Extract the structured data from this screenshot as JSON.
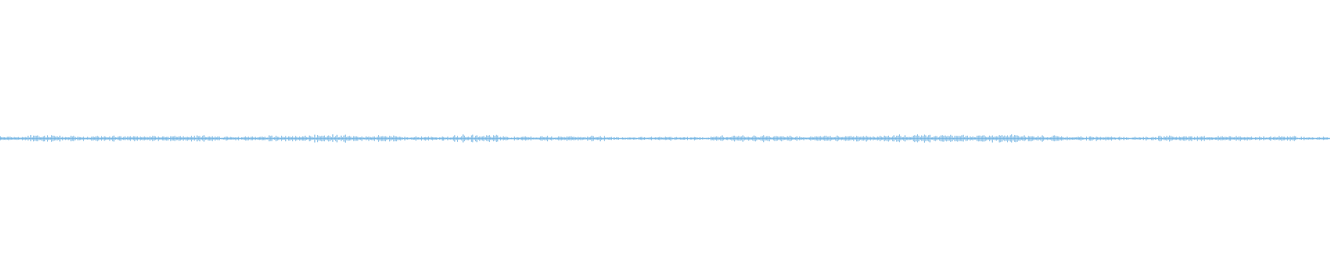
{
  "waveform": {
    "color": "#5aa7de",
    "background": "#ffffff",
    "segments": [
      {
        "start": 0.0,
        "end": 0.02,
        "level": 0.35
      },
      {
        "start": 0.02,
        "end": 0.045,
        "level": 0.55
      },
      {
        "start": 0.045,
        "end": 0.07,
        "level": 0.45
      },
      {
        "start": 0.07,
        "end": 0.1,
        "level": 0.5
      },
      {
        "start": 0.1,
        "end": 0.13,
        "level": 0.42
      },
      {
        "start": 0.13,
        "end": 0.16,
        "level": 0.62
      },
      {
        "start": 0.16,
        "end": 0.2,
        "level": 0.38
      },
      {
        "start": 0.2,
        "end": 0.235,
        "level": 0.5
      },
      {
        "start": 0.235,
        "end": 0.26,
        "level": 0.7
      },
      {
        "start": 0.26,
        "end": 0.3,
        "level": 0.55
      },
      {
        "start": 0.3,
        "end": 0.34,
        "level": 0.4
      },
      {
        "start": 0.34,
        "end": 0.375,
        "level": 0.66
      },
      {
        "start": 0.375,
        "end": 0.41,
        "level": 0.38
      },
      {
        "start": 0.41,
        "end": 0.455,
        "level": 0.45
      },
      {
        "start": 0.455,
        "end": 0.5,
        "level": 0.3
      },
      {
        "start": 0.5,
        "end": 0.535,
        "level": 0.34
      },
      {
        "start": 0.535,
        "end": 0.565,
        "level": 0.52
      },
      {
        "start": 0.565,
        "end": 0.6,
        "level": 0.58
      },
      {
        "start": 0.6,
        "end": 0.64,
        "level": 0.48
      },
      {
        "start": 0.64,
        "end": 0.665,
        "level": 0.56
      },
      {
        "start": 0.665,
        "end": 0.7,
        "level": 0.72
      },
      {
        "start": 0.7,
        "end": 0.735,
        "level": 0.6
      },
      {
        "start": 0.735,
        "end": 0.77,
        "level": 0.76
      },
      {
        "start": 0.77,
        "end": 0.8,
        "level": 0.52
      },
      {
        "start": 0.8,
        "end": 0.835,
        "level": 0.4
      },
      {
        "start": 0.835,
        "end": 0.87,
        "level": 0.34
      },
      {
        "start": 0.87,
        "end": 0.91,
        "level": 0.5
      },
      {
        "start": 0.91,
        "end": 0.95,
        "level": 0.4
      },
      {
        "start": 0.95,
        "end": 0.975,
        "level": 0.46
      },
      {
        "start": 0.975,
        "end": 1.0,
        "level": 0.3
      }
    ]
  }
}
